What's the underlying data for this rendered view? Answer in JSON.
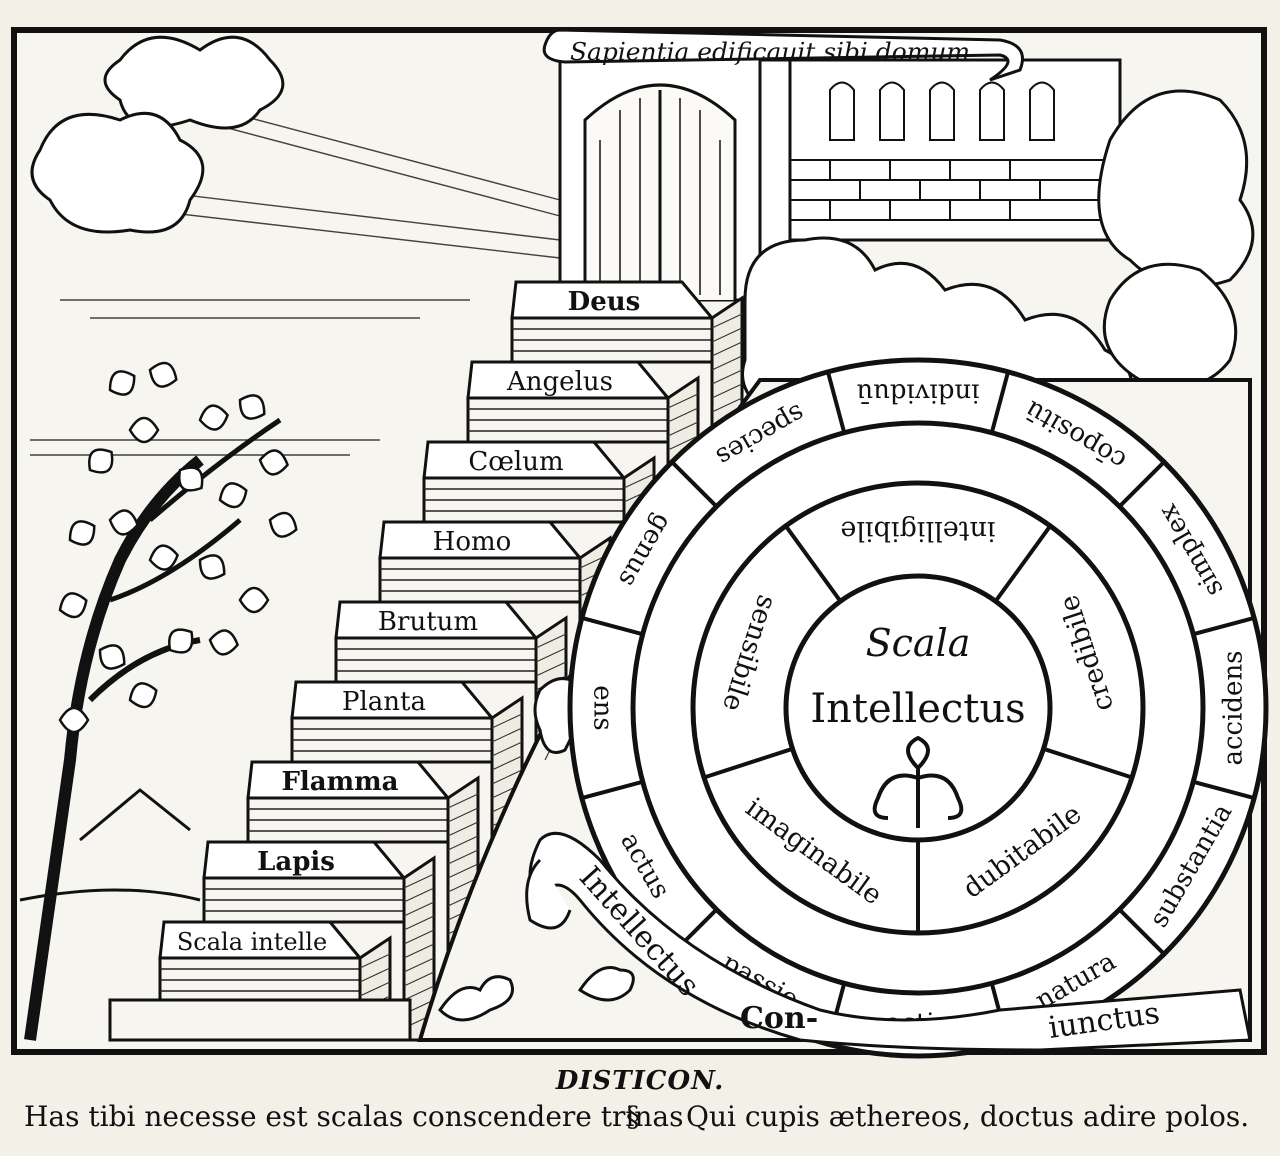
{
  "banner": {
    "top": "Sapientia edificauit sibi domum"
  },
  "staircase": {
    "steps": [
      "Scala intelle",
      "Lapis",
      "Flamma",
      "Planta",
      "Brutum",
      "Homo",
      "Cœlum",
      "Angelus",
      "Deus"
    ]
  },
  "wheel": {
    "center": [
      "Scala",
      "Intellectus"
    ],
    "inner_ring": [
      "intelligibile",
      "credibile",
      "dubitabile",
      "imaginabile",
      "sensibile"
    ],
    "outer_ring": [
      "individuū",
      "cōpositū",
      "simplex",
      "accidens",
      "substantia",
      "natura",
      "actio",
      "passio",
      "actus",
      "ens",
      "genus",
      "species"
    ]
  },
  "ribbon": {
    "part1": "Intellectus",
    "part2": "Con-",
    "part3": "iunctus"
  },
  "caption": {
    "title": "DISTICON.",
    "line_left": "Has tibi necesse est scalas conscendere trinas",
    "separator": "§",
    "line_right": "Qui cupis æthereos, doctus adire polos."
  }
}
